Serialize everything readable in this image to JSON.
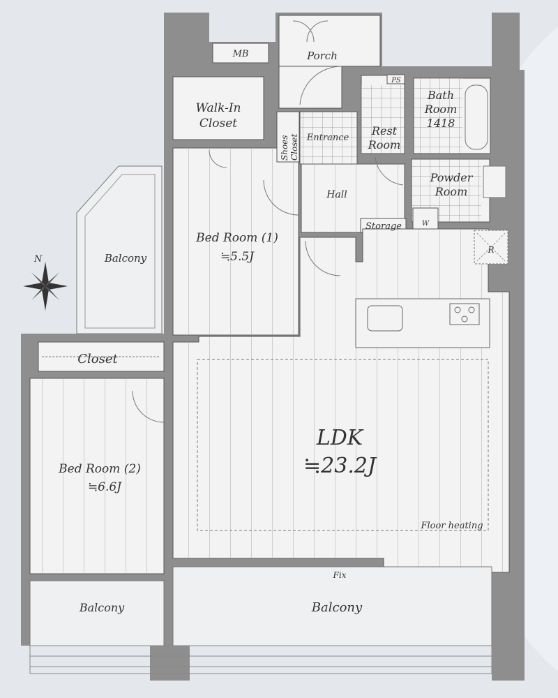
{
  "plan": {
    "rooms": {
      "mb": "MB",
      "porch": "Porch",
      "ps": "PS",
      "walk_in_closet": [
        "Walk-In",
        "Closet"
      ],
      "bath_room": [
        "Bath",
        "Room",
        "1418"
      ],
      "shoes_closet": [
        "Shoes",
        "Closet"
      ],
      "entrance": "Entrance",
      "rest_room": [
        "Rest",
        "Room"
      ],
      "powder_room": [
        "Powder",
        "Room"
      ],
      "hall": "Hall",
      "storage": "Storage",
      "washer": "W",
      "refrigerator": "R",
      "bedroom1": [
        "Bed Room (1)",
        "≒5.5J"
      ],
      "balcony_north": "Balcony",
      "closet": "Closet",
      "bedroom2": [
        "Bed Room (2)",
        "≒6.6J"
      ],
      "ldk": [
        "LDK",
        "≒23.2J"
      ],
      "floor_heating": "Floor heating",
      "fix": "Fix",
      "balcony_left": "Balcony",
      "balcony_main": "Balcony"
    },
    "compass": "N"
  }
}
